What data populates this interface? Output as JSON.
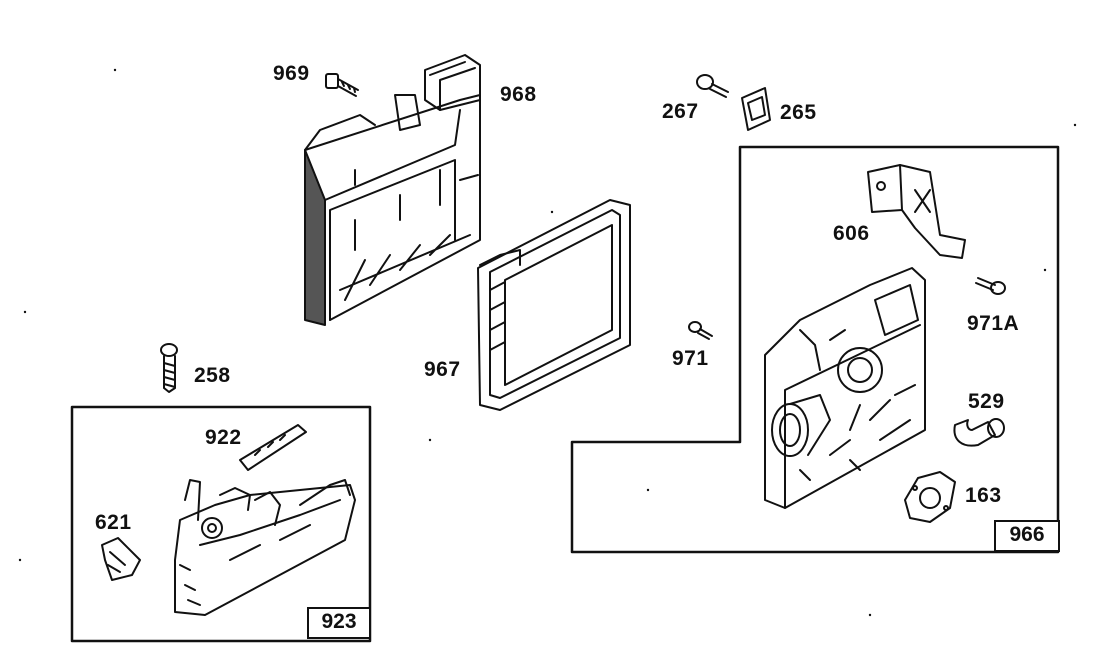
{
  "parts": [
    {
      "id": "969",
      "label": "969"
    },
    {
      "id": "968",
      "label": "968"
    },
    {
      "id": "267",
      "label": "267"
    },
    {
      "id": "265",
      "label": "265"
    },
    {
      "id": "606",
      "label": "606"
    },
    {
      "id": "967",
      "label": "967"
    },
    {
      "id": "971",
      "label": "971"
    },
    {
      "id": "971a",
      "label": "971A"
    },
    {
      "id": "258",
      "label": "258"
    },
    {
      "id": "922",
      "label": "922"
    },
    {
      "id": "529",
      "label": "529"
    },
    {
      "id": "163",
      "label": "163"
    },
    {
      "id": "621",
      "label": "621"
    }
  ],
  "assemblies": [
    {
      "id": "923",
      "label": "923"
    },
    {
      "id": "966",
      "label": "966"
    }
  ]
}
